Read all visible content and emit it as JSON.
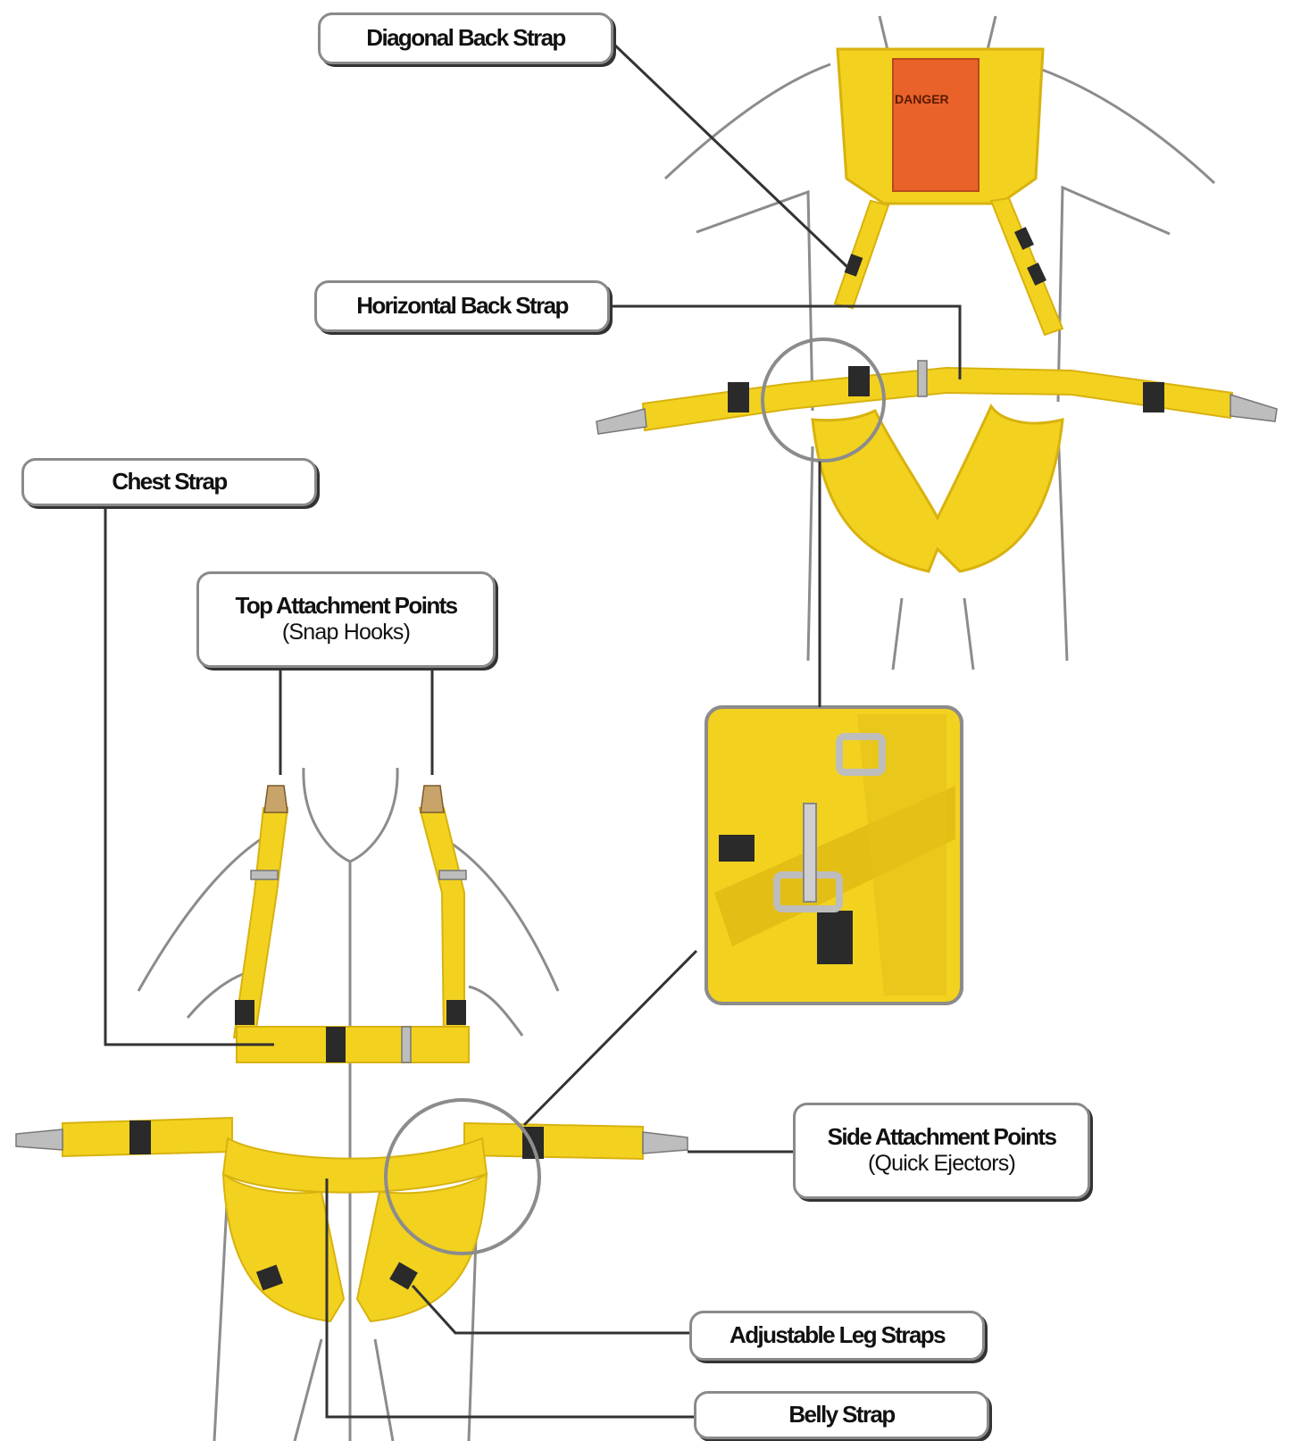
{
  "colors": {
    "webbing": "#F2D21F",
    "webbing_dark": "#D8B20F",
    "keeper": "#2A2A2A",
    "outline": "#8C8C8C",
    "leader": "#333333",
    "metal": "#BDBDBD",
    "label_orange": "#E9622A"
  },
  "figures": {
    "rear_view_label": "DANGER",
    "views": [
      "rear-view",
      "front-view",
      "side-attachment-closeup"
    ]
  },
  "callouts": {
    "diagonal_back_strap": {
      "title": "Diagonal Back Strap"
    },
    "horizontal_back_strap": {
      "title": "Horizontal Back Strap"
    },
    "chest_strap": {
      "title": "Chest Strap"
    },
    "top_attachment_points": {
      "title": "Top Attachment Points",
      "subtitle": "(Snap Hooks)"
    },
    "side_attachment_points": {
      "title": "Side Attachment Points",
      "subtitle": "(Quick Ejectors)"
    },
    "adjustable_leg_straps": {
      "title": "Adjustable Leg Straps"
    },
    "belly_strap": {
      "title": "Belly Strap"
    }
  }
}
